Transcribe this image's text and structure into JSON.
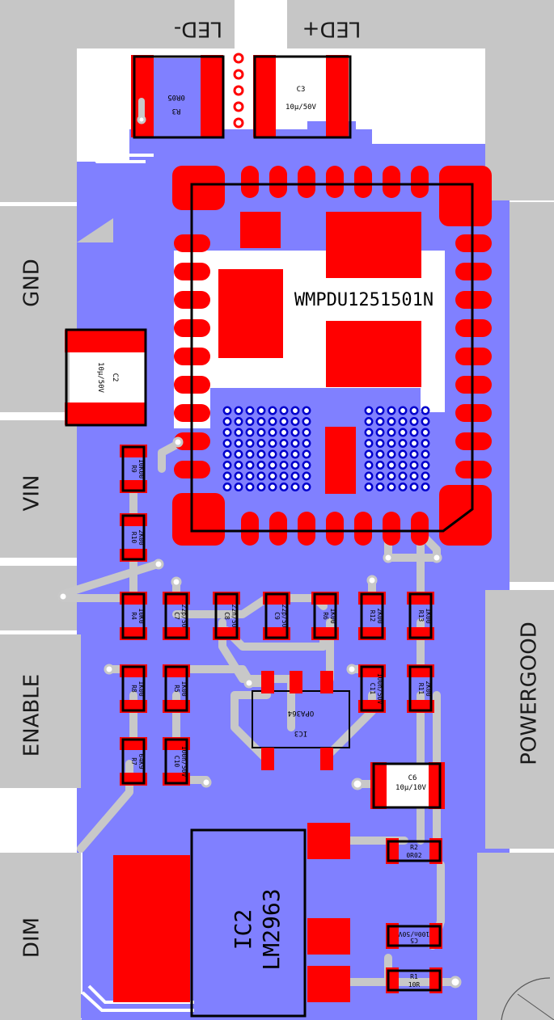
{
  "connectors": {
    "led_minus": "LED-",
    "led_plus": "LED+",
    "gnd": "GND",
    "vin": "VIN",
    "enable": "ENABLE",
    "dim": "DIM",
    "powergood": "POWERGOOD"
  },
  "module": {
    "label": "WMPDU1251501N"
  },
  "ic2": {
    "ref": "IC2",
    "value": "LM2963"
  },
  "ic3": {
    "ref": "IC3",
    "value": "OPA364"
  },
  "components": [
    {
      "key": "R3",
      "ref": "R3",
      "value": "0R05"
    },
    {
      "key": "C3",
      "ref": "C3",
      "value": "10µ/50V"
    },
    {
      "key": "C2",
      "ref": "C2",
      "value": "10µ/50V"
    },
    {
      "key": "R9",
      "ref": "R9",
      "value": "10K00"
    },
    {
      "key": "R10",
      "ref": "R10",
      "value": "2K00"
    },
    {
      "key": "R4",
      "ref": "R4",
      "value": "10K0"
    },
    {
      "key": "C7",
      "ref": "C7",
      "value": "22p/50"
    },
    {
      "key": "C8",
      "ref": "C8",
      "value": "22n/50"
    },
    {
      "key": "C9",
      "ref": "C9",
      "value": "22p/50"
    },
    {
      "key": "R6",
      "ref": "R6",
      "value": "1K00"
    },
    {
      "key": "R12",
      "ref": "R12",
      "value": "2K00"
    },
    {
      "key": "R13",
      "ref": "R13",
      "value": "1K00"
    },
    {
      "key": "R8",
      "ref": "R8",
      "value": "1K00"
    },
    {
      "key": "R5",
      "ref": "R5",
      "value": "1K00"
    },
    {
      "key": "C11",
      "ref": "C11",
      "value": "100n/50V"
    },
    {
      "key": "R11",
      "ref": "R11",
      "value": "2K00"
    },
    {
      "key": "R7",
      "ref": "R7",
      "value": "64K9"
    },
    {
      "key": "C10",
      "ref": "C10",
      "value": "100n/50V"
    },
    {
      "key": "C6",
      "ref": "C6",
      "value": "10µ/10V"
    },
    {
      "key": "R2",
      "ref": "R2",
      "value": "0R02"
    },
    {
      "key": "C5",
      "ref": "C5",
      "value": "100n/50V"
    },
    {
      "key": "R1",
      "ref": "R1",
      "value": "10R"
    }
  ],
  "colors": {
    "copper_bottom": "#8080ff",
    "copper_top": "#ff0000",
    "connector": "#c6c6c6",
    "silkscreen": "#000000",
    "via_ring": "#0000cc"
  }
}
